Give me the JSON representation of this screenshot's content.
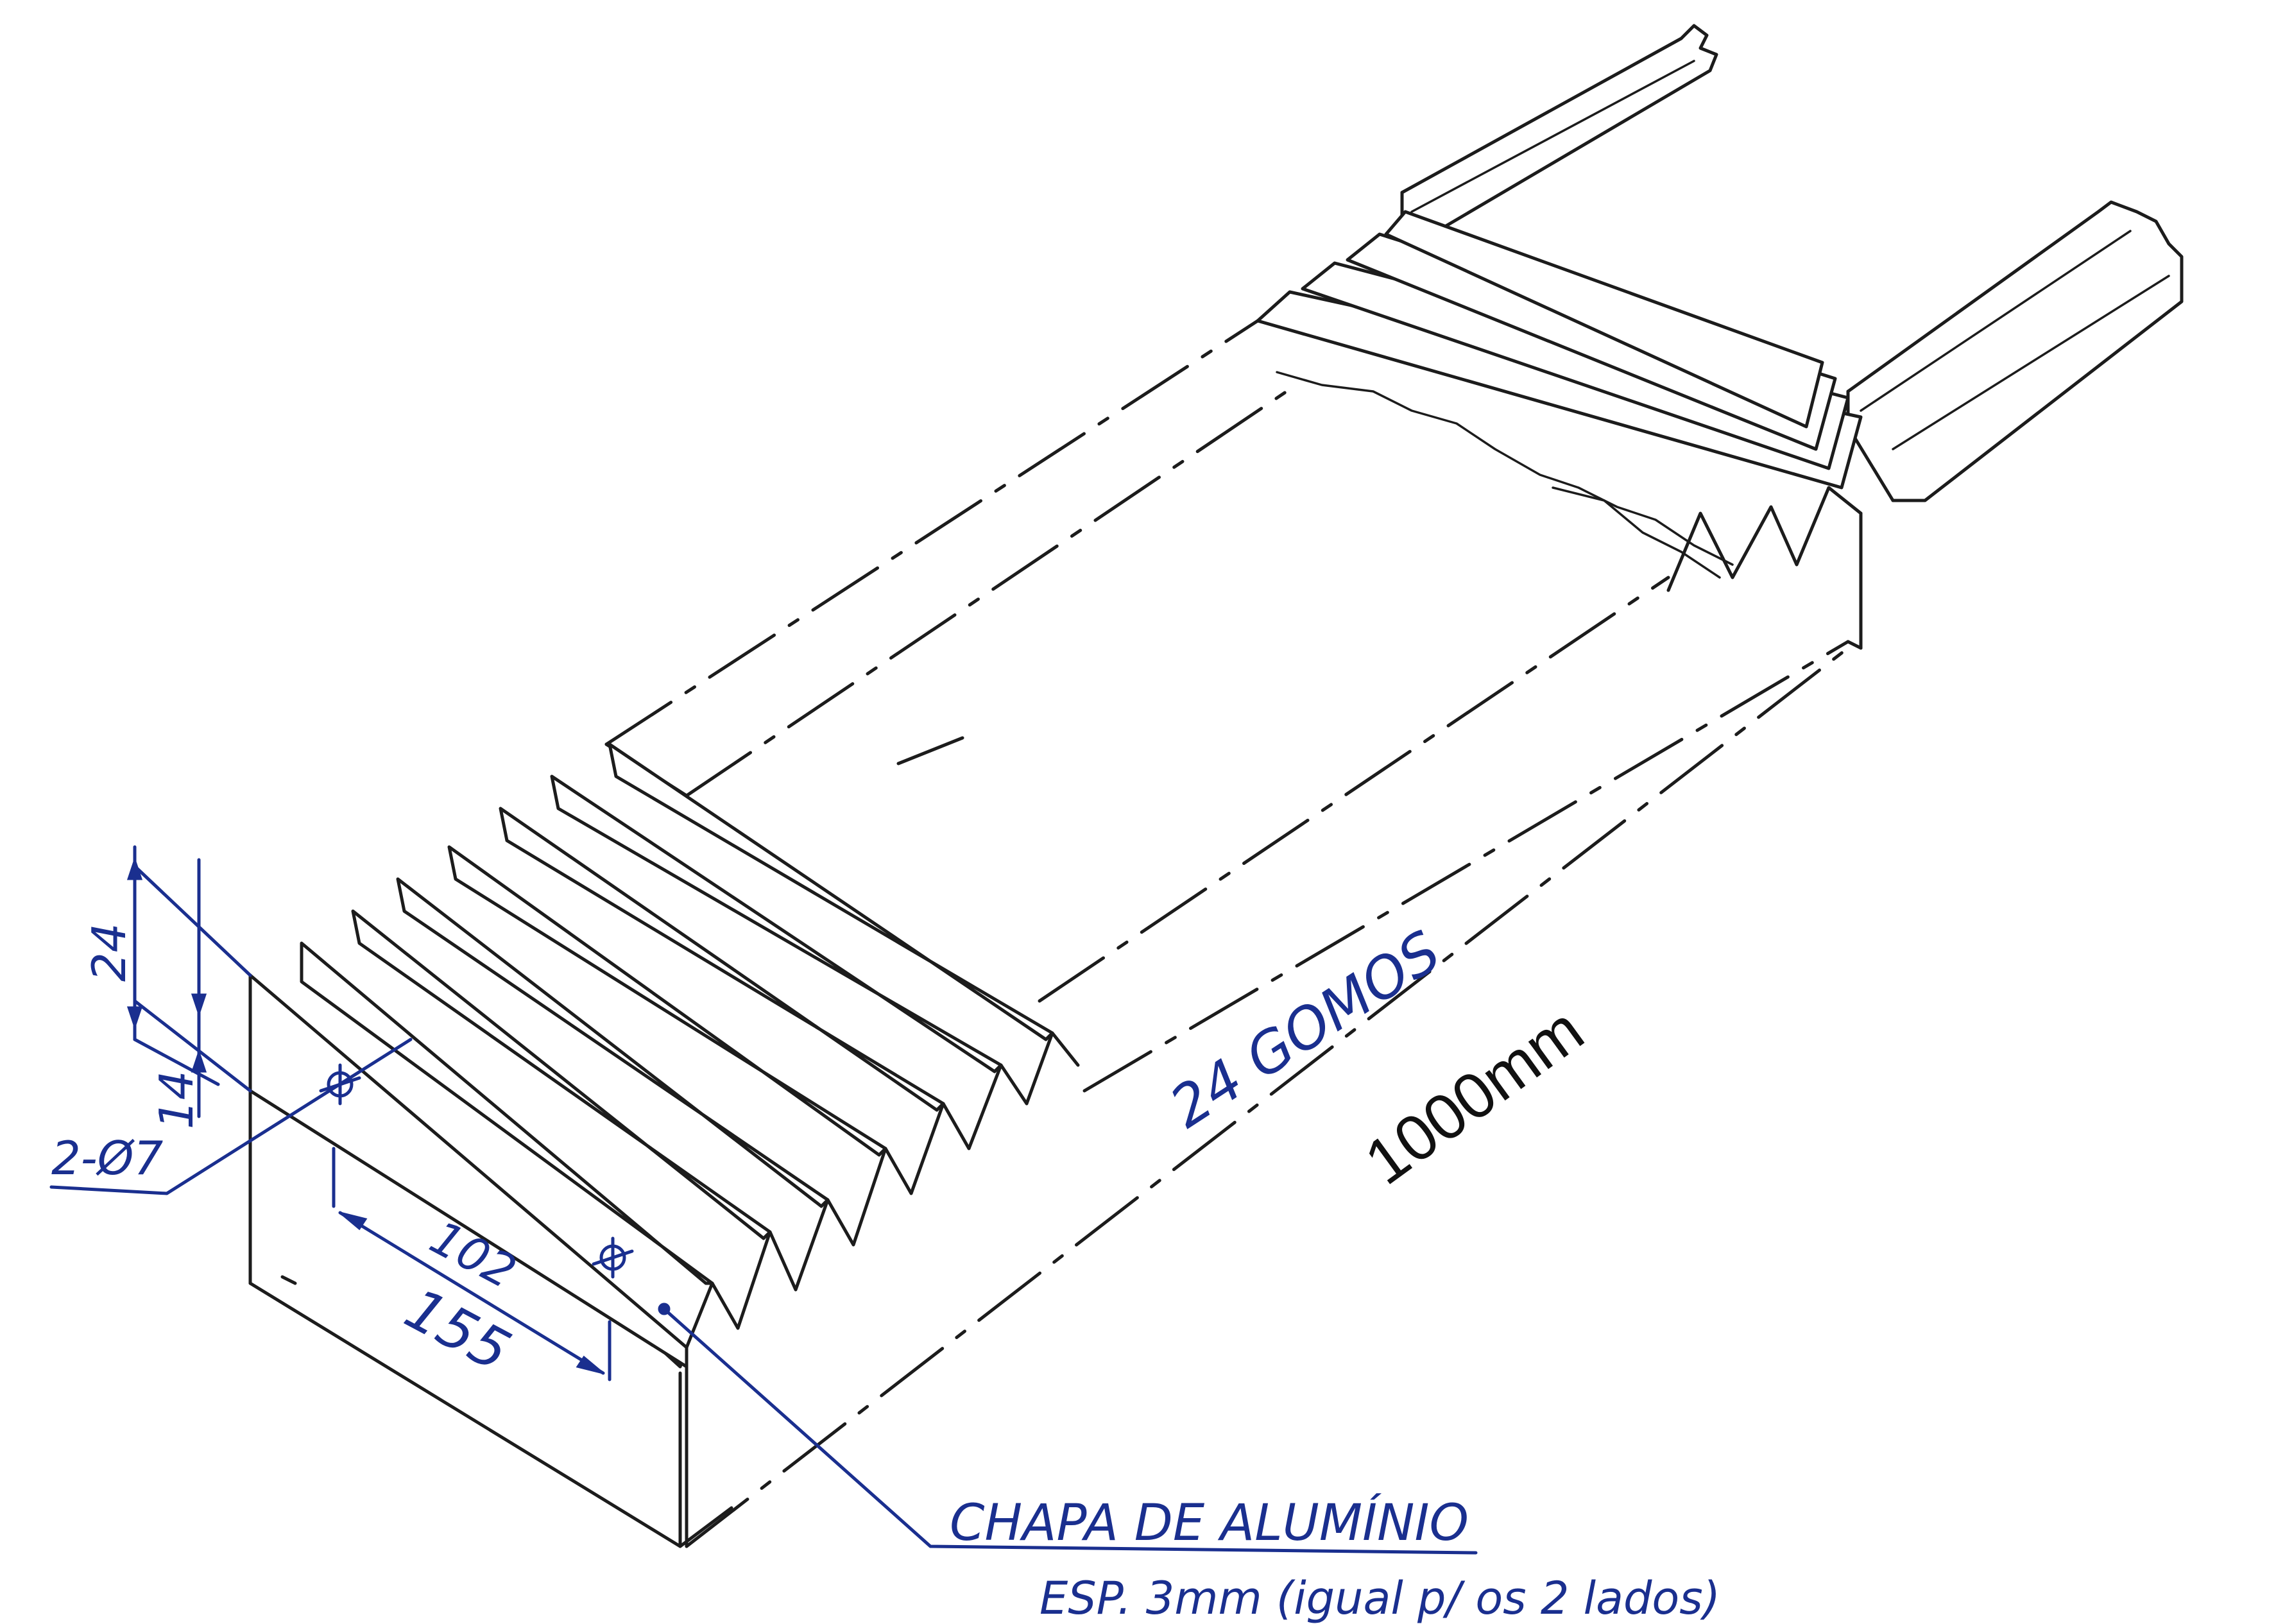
{
  "labels": {
    "height_dim": "24",
    "hole_offset_dim": "14",
    "hole_spec": "2-Ø7",
    "hole_spacing_dim": "102",
    "plate_width_dim": "155",
    "segments_count": "24 GOMOS",
    "total_length": "1000mm",
    "material_line1": "CHAPA DE ALUMÍNIO",
    "material_line2": "ESP. 3mm (igual p/ os 2 lados)"
  },
  "colors": {
    "ink": "#1c1c1c",
    "annotation_blue": "#1a2f8f",
    "background": "#ffffff"
  }
}
